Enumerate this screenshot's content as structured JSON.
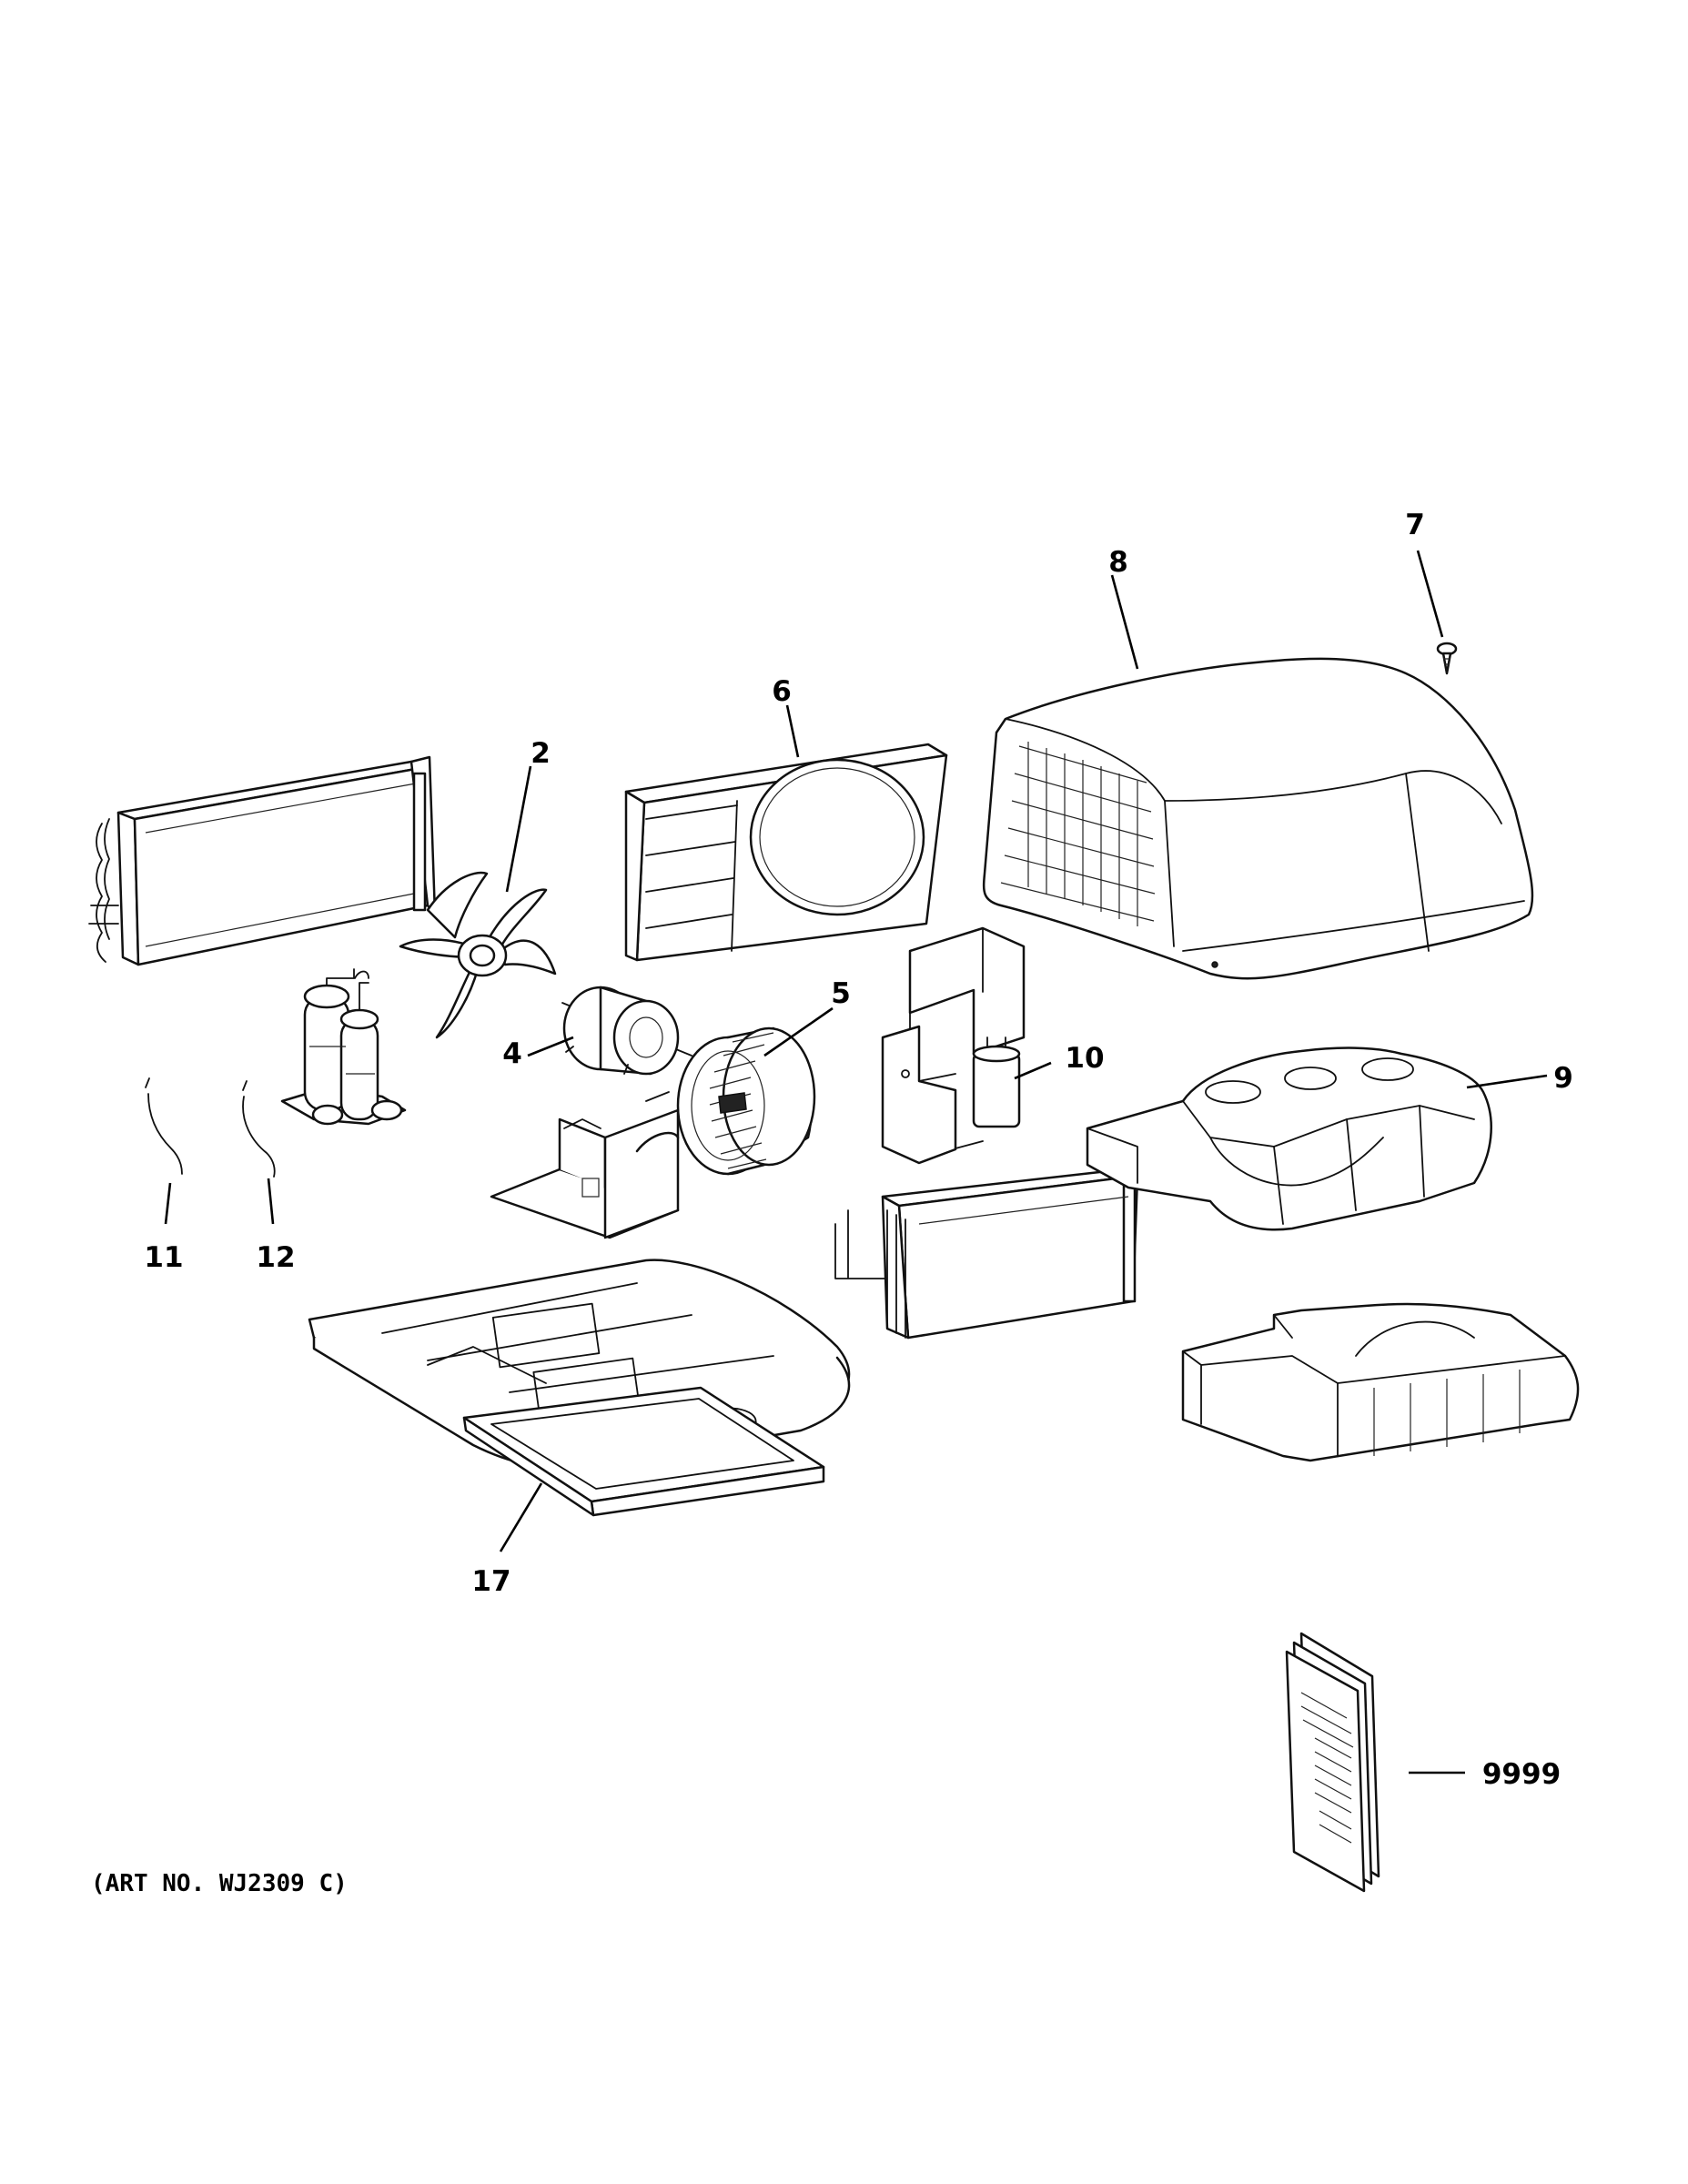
{
  "callouts": {
    "c2": "2",
    "c4": "4",
    "c5": "5",
    "c6": "6",
    "c7": "7",
    "c8": "8",
    "c9": "9",
    "c10": "10",
    "c11": "11",
    "c12": "12",
    "c17": "17",
    "c9999": "9999"
  },
  "art_number": "(ART NO. WJ2309 C)"
}
